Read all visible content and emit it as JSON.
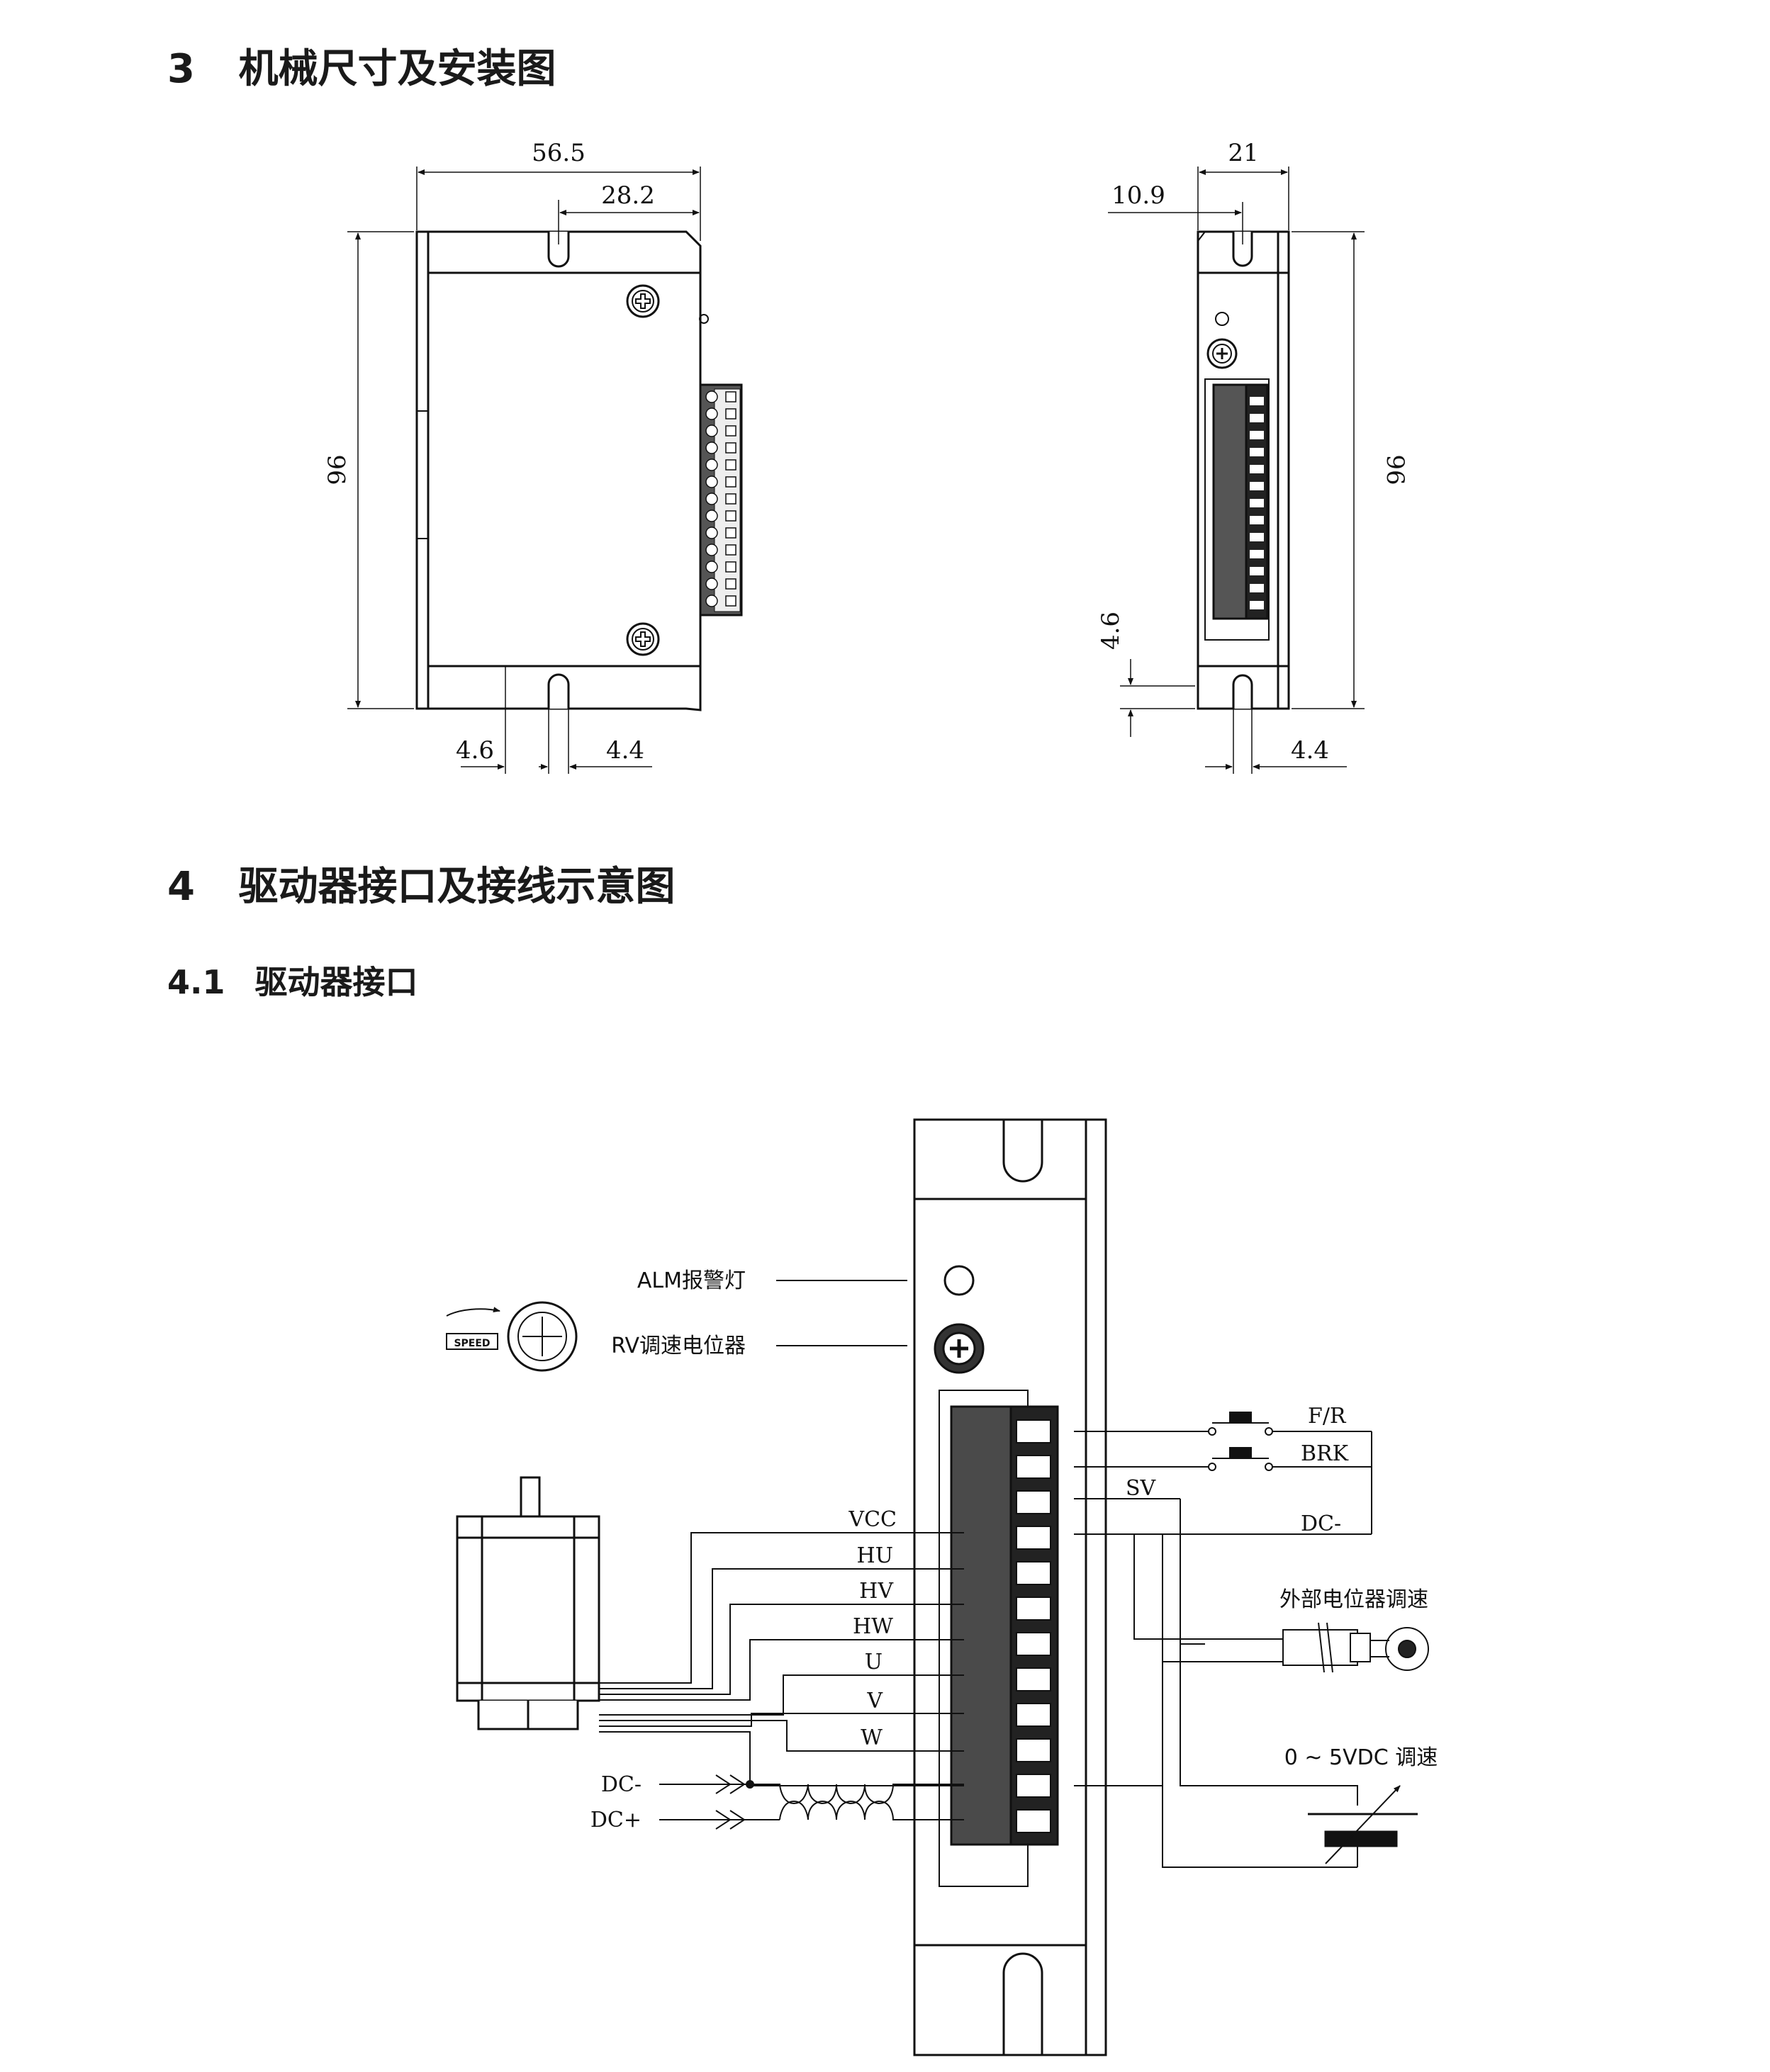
{
  "section3": {
    "number": "3",
    "title": "机械尺寸及安装图"
  },
  "section4": {
    "number": "4",
    "title": "驱动器接口及接线示意图"
  },
  "section41": {
    "number": "4.1",
    "title": "驱动器接口"
  },
  "front_view": {
    "dim_width": "56.5",
    "dim_slot": "28.2",
    "dim_height": "96",
    "dim_left_margin": "4.6",
    "dim_slot_width": "4.4"
  },
  "side_view": {
    "dim_width": "21",
    "dim_slot": "10.9",
    "dim_height": "96",
    "dim_bottom": "4.6",
    "dim_slot_width": "4.4"
  },
  "wiring": {
    "alm_label": "ALM报警灯",
    "rv_label": "RV调速电位器",
    "speed_text": "SPEED",
    "vcc": "VCC",
    "hu": "HU",
    "hv": "HV",
    "hw": "HW",
    "u": "U",
    "v": "V",
    "w": "W",
    "dc_minus_in": "DC-",
    "dc_plus_in": "DC+",
    "fr": "F/R",
    "brk": "BRK",
    "sv": "SV",
    "dc_minus_right": "DC-",
    "ext_pot": "外部电位器调速",
    "vdc_speed": "0 ~ 5VDC 调速"
  }
}
